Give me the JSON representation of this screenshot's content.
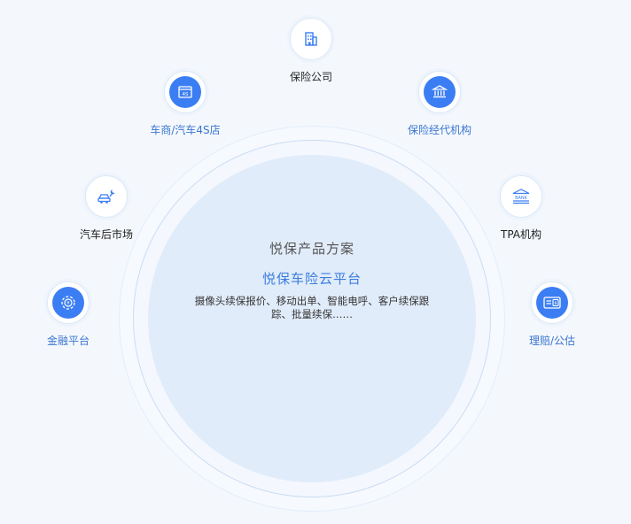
{
  "center": {
    "title": "悦保产品方案",
    "subtitle": "悦保车险云平台",
    "description": "摄像头续保报价、移动出单、智能电呼、客户续保跟踪、批量续保……"
  },
  "nodes": [
    {
      "label": "保险公司",
      "icon": "office-building-icon",
      "style": "outline"
    },
    {
      "label": "车商/汽车4S店",
      "icon": "4s-shop-icon",
      "style": "filled"
    },
    {
      "label": "保险经代机构",
      "icon": "institution-building-icon",
      "style": "filled"
    },
    {
      "label": "汽车后市场",
      "icon": "car-wrench-icon",
      "style": "outline"
    },
    {
      "label": "TPA机构",
      "icon": "bank-icon",
      "style": "outline"
    },
    {
      "label": "金融平台",
      "icon": "finance-coin-icon",
      "style": "filled"
    },
    {
      "label": "理赔/公估",
      "icon": "claim-card-icon",
      "style": "filled"
    }
  ],
  "colors": {
    "accent": "#3b7ef3",
    "label_blue": "#3a76cf",
    "core_fill": "#e1ecfa",
    "background": "#f4f8fd"
  }
}
